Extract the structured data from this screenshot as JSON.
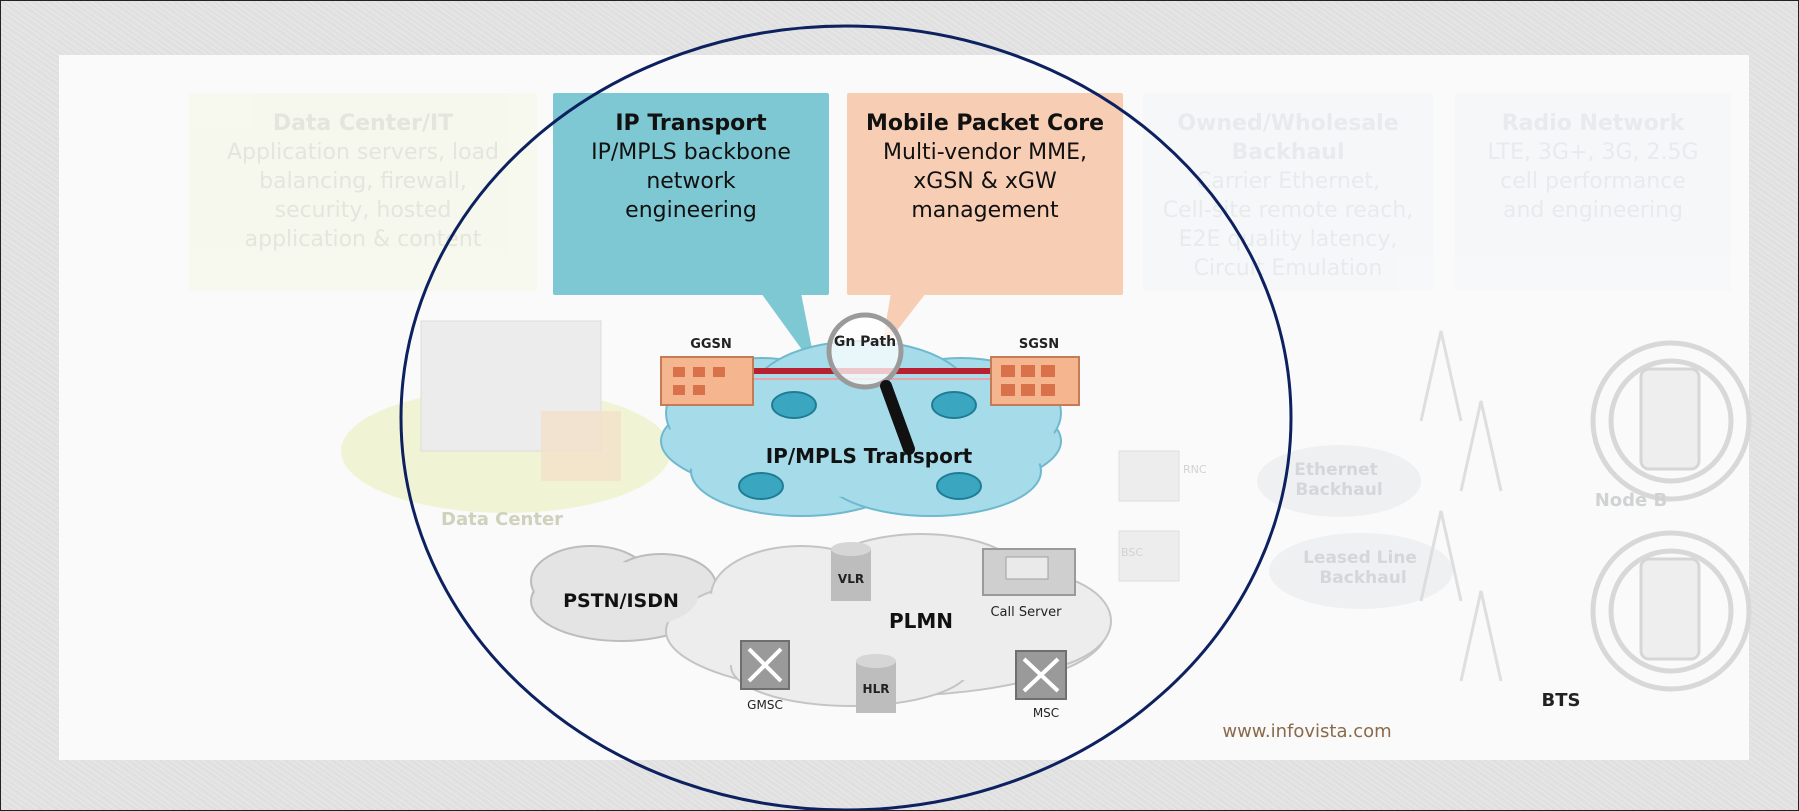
{
  "boxes": {
    "data_center": {
      "title": "Data Center/IT",
      "desc": "Application servers, load\nbalancing, firewall,\nsecurity, hosted\napplication & content"
    },
    "ip_transport": {
      "title": "IP Transport",
      "desc": "IP/MPLS backbone\nnetwork\nengineering"
    },
    "mobile_core": {
      "title": "Mobile Packet Core",
      "desc": "Multi-vendor MME,\nxGSN & xGW\nmanagement"
    },
    "backhaul": {
      "title": "Owned/Wholesale\nBackhaul",
      "desc": "Carrier Ethernet,\nCell-site remote reach,\nE2E quality latency,\nCircuit Emulation"
    },
    "radio": {
      "title": "Radio Network",
      "desc": "LTE, 3G+, 3G, 2.5G\ncell performance\nand engineering"
    }
  },
  "labels": {
    "ggsn": "GGSN",
    "gn_path": "Gn Path",
    "sgsn": "SGSN",
    "ip_mpls": "IP/MPLS Transport",
    "data_center": "Data Center",
    "pstn": "PSTN/ISDN",
    "vlr": "VLR",
    "call_server": "Call Server",
    "plmn": "PLMN",
    "gmsc": "GMSC",
    "hlr": "HLR",
    "msc": "MSC",
    "rnc": "RNC",
    "bsc": "BSC",
    "ethernet_backhaul": "Ethernet\nBackhaul",
    "leased_line": "Leased Line\nBackhaul",
    "node_b": "Node B",
    "bts": "BTS",
    "source": "www.infovista.com"
  },
  "colors": {
    "ip_transport": "#7ec8d3",
    "mobile_core": "#f7cdb4",
    "cloud": "#a6dcea",
    "gn_path": "#b8202f",
    "highlight_circle": "#0d2160"
  }
}
